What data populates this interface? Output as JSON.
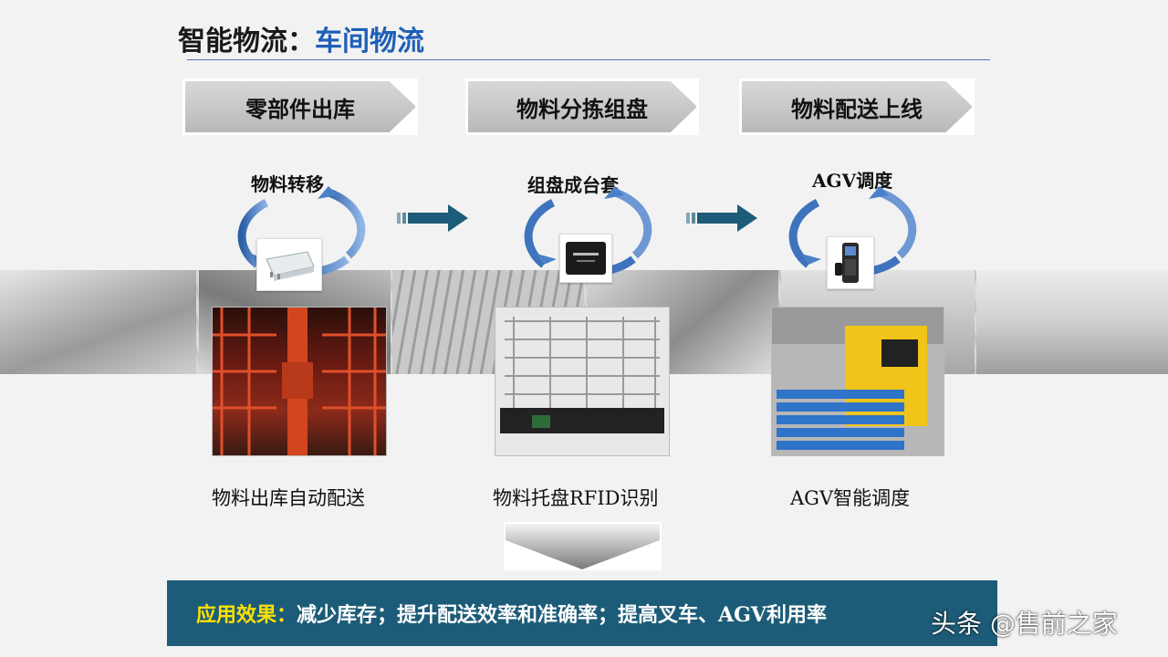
{
  "header": {
    "title_main": "智能物流：",
    "title_sub": "车间物流"
  },
  "steps": [
    {
      "chevron_label": "零部件出库",
      "cycle_label": "物料转移",
      "caption": "物料出库自动配送"
    },
    {
      "chevron_label": "物料分拣组盘",
      "cycle_label": "组盘成台套",
      "caption": "物料托盘RFID识别"
    },
    {
      "chevron_label": "物料配送上线",
      "cycle_label": "AGV调度",
      "caption": "AGV智能调度"
    }
  ],
  "effect": {
    "key": "应用效果：",
    "text": "减少库存；提升配送效率和准确率；提高叉车、AGV利用率"
  },
  "watermark": {
    "text": "头条 @售前之家"
  },
  "colors": {
    "title_accent": "#1f5fb8",
    "arrow": "#1c5c78",
    "effect_bg": "#1c5c78",
    "effect_key": "#ffe000",
    "cycle_arrow": "#4a80c8"
  }
}
